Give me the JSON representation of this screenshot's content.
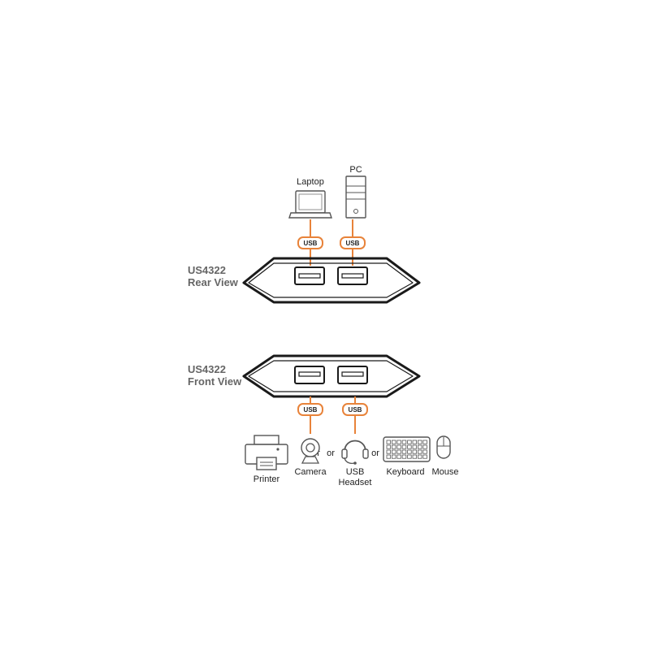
{
  "devices_top": {
    "laptop_label": "Laptop",
    "pc_label": "PC"
  },
  "cable_label": "USB",
  "rear": {
    "title_line1": "US4322",
    "title_line2": "Rear View"
  },
  "front": {
    "title_line1": "US4322",
    "title_line2": "Front View"
  },
  "devices_bottom": {
    "printer_label": "Printer",
    "camera_label": "Camera",
    "headset_label_line1": "USB",
    "headset_label_line2": "Headset",
    "keyboard_label": "Keyboard",
    "mouse_label": "Mouse",
    "or_label": "or"
  },
  "colors": {
    "cable": "#e8833a",
    "outline": "#1a1a1a",
    "icon_stroke": "#555555"
  }
}
